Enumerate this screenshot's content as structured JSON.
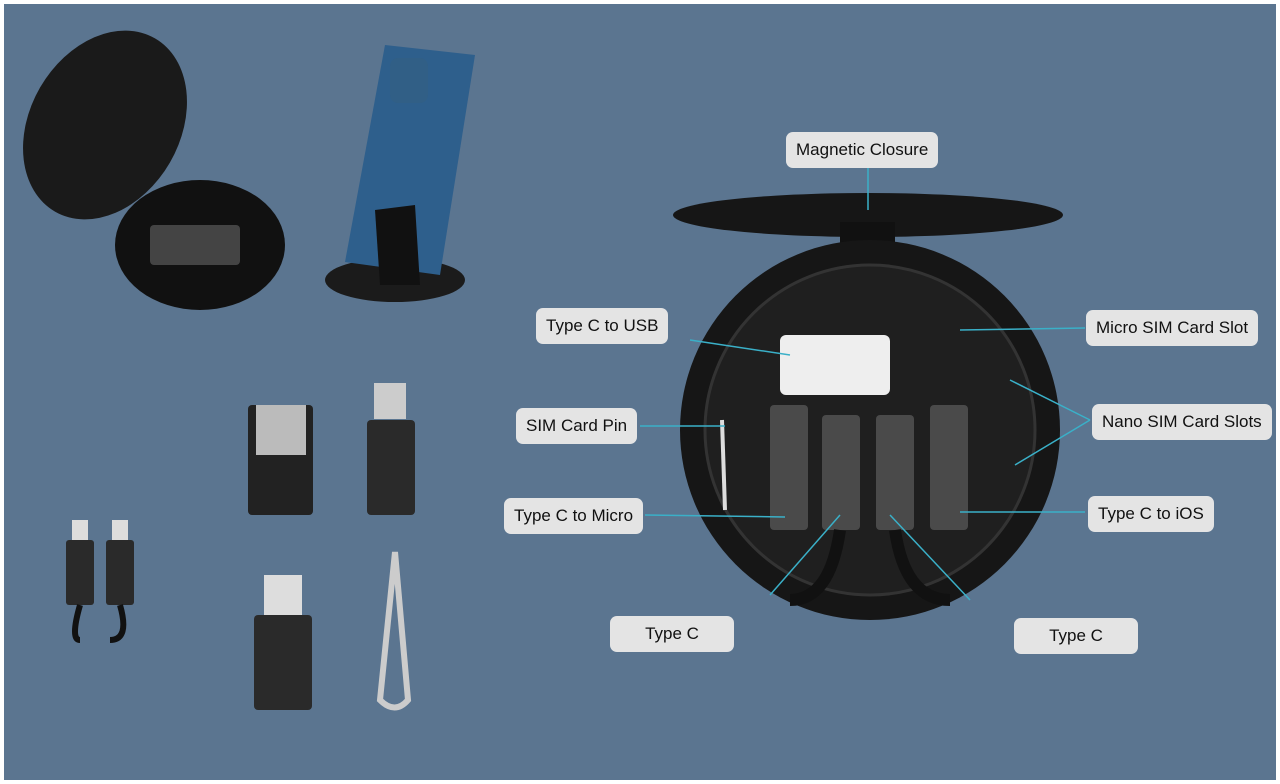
{
  "labels": {
    "magnetic_closure": "Magnetic Closure",
    "type_c_to_usb": "Type C to USB",
    "sim_card_pin": "SIM Card Pin",
    "type_c_to_micro": "Type C to Micro",
    "type_c_left": "Type C",
    "type_c_right": "Type C",
    "micro_sim_slot": "Micro SIM Card Slot",
    "nano_sim_slots": "Nano SIM Card Slots",
    "type_c_to_ios": "Type C to iOS"
  },
  "colors": {
    "background": "#5b7590",
    "label_bg": "#e4e4e4",
    "case": "#151515"
  }
}
